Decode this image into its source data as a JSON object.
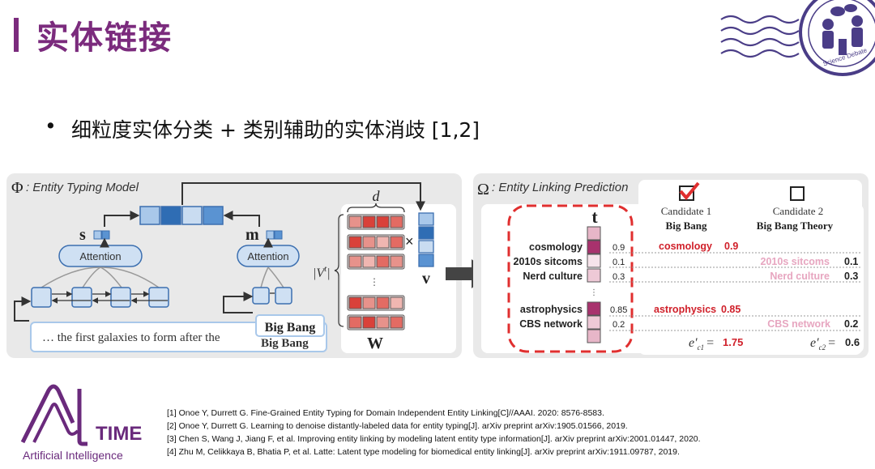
{
  "title": "实体链接",
  "bullet": "细粒度实体分类 + 类别辅助的实体消歧 [1,2]",
  "left_panel": {
    "phi": "Φ",
    "heading": ": Entity Typing Model",
    "s_label": "s",
    "m_label": "m",
    "attention_left": "Attention",
    "attention_right": "Attention",
    "d_label": "d",
    "vt_label": "|V",
    "vt_sup": "t",
    "vt_tail": "|",
    "times": "×",
    "v_label": "v",
    "w_label": "W",
    "vdots": "⋮",
    "sentence": "… the first galaxies to form after the",
    "sentence_tail": "Big Bang",
    "mention": "Big Bang"
  },
  "right_panel": {
    "omega": "Ω",
    "heading": ": Entity Linking Prediction",
    "t_label": "t",
    "types": [
      {
        "name": "cosmology",
        "score": "0.9"
      },
      {
        "name": "2010s sitcoms",
        "score": "0.1"
      },
      {
        "name": "Nerd culture",
        "score": "0.3"
      },
      {
        "name": "astrophysics",
        "score": "0.85"
      },
      {
        "name": "CBS network",
        "score": "0.2"
      }
    ],
    "candidate1": {
      "label": "Candidate 1",
      "name": "Big Bang",
      "items": [
        {
          "name": "cosmology",
          "score": "0.9"
        },
        {
          "name": "astrophysics",
          "score": "0.85"
        }
      ],
      "total_prefix": "e′",
      "total_sub": "c1",
      "total_eq": "=",
      "total": "1.75"
    },
    "candidate2": {
      "label": "Candidate 2",
      "name": "Big Bang Theory",
      "items": [
        {
          "name": "2010s sitcoms",
          "score": "0.1"
        },
        {
          "name": "Nerd culture",
          "score": "0.3"
        },
        {
          "name": "CBS network",
          "score": "0.2"
        }
      ],
      "total_prefix": "e′",
      "total_sub": "c2",
      "total_eq": "=",
      "total": "0.6"
    }
  },
  "logo": {
    "science_debate": "Science Debate",
    "ai_time": "TIME",
    "caption": "Artificial Intelligence"
  },
  "references": [
    "[1] Onoe Y, Durrett G. Fine-Grained Entity Typing for Domain Independent Entity Linking[C]//AAAI. 2020: 8576-8583.",
    "[2] Onoe Y, Durrett G. Learning to denoise distantly-labeled data for entity typing[J]. arXiv preprint arXiv:1905.01566, 2019.",
    "[3] Chen S, Wang J, Jiang F, et al. Improving entity linking by modeling latent entity type information[J]. arXiv preprint arXiv:2001.01447, 2020.",
    "[4] Zhu M, Celikkaya B, Bhatia P, et al. Latte: Latent type modeling for biomedical entity linking[J]. arXiv preprint arXiv:1911.09787, 2019."
  ],
  "colors": {
    "title": "#7b2b7d",
    "panel_bg": "#e9e9e9",
    "node_fill": "#cfe0f3",
    "node_stroke": "#3c6fb0",
    "red_text": "#d0202a",
    "pink_text": "#e7a6c0"
  }
}
